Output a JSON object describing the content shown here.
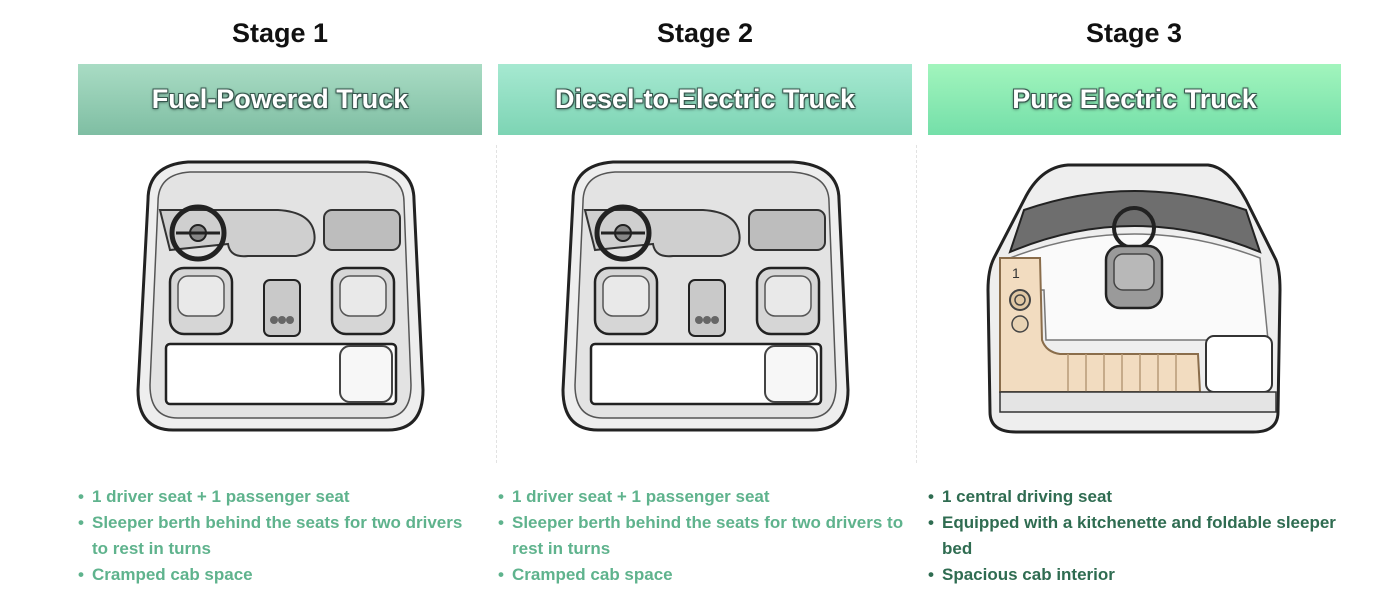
{
  "stages": [
    {
      "title": "Stage 1",
      "banner": "Fuel-Powered Truck",
      "banner_gradient": [
        "#a9dcc4",
        "#7fbea3"
      ],
      "features": [
        "1 driver seat + 1 passenger seat",
        "Sleeper berth behind the seats for two drivers to rest in turns",
        "Cramped cab space"
      ]
    },
    {
      "title": "Stage 2",
      "banner": "Diesel-to-Electric Truck",
      "banner_gradient": [
        "#a6e9d1",
        "#7dd4b4"
      ],
      "features": [
        "1 driver seat + 1 passenger seat",
        "Sleeper berth behind the seats for two drivers to rest in turns",
        "Cramped cab space"
      ]
    },
    {
      "title": "Stage 3",
      "banner": "Pure Electric Truck",
      "banner_gradient": [
        "#a2f5bd",
        "#74dfa9"
      ],
      "features": [
        "1 central driving seat",
        "Equipped with a kitchenette and foldable sleeper bed",
        "Spacious cab interior"
      ]
    }
  ],
  "colors": {
    "feature_text_light": "#5fb38d",
    "feature_text_dark": "#2f6c51",
    "kitchen_wood": "#f2dcc0"
  }
}
